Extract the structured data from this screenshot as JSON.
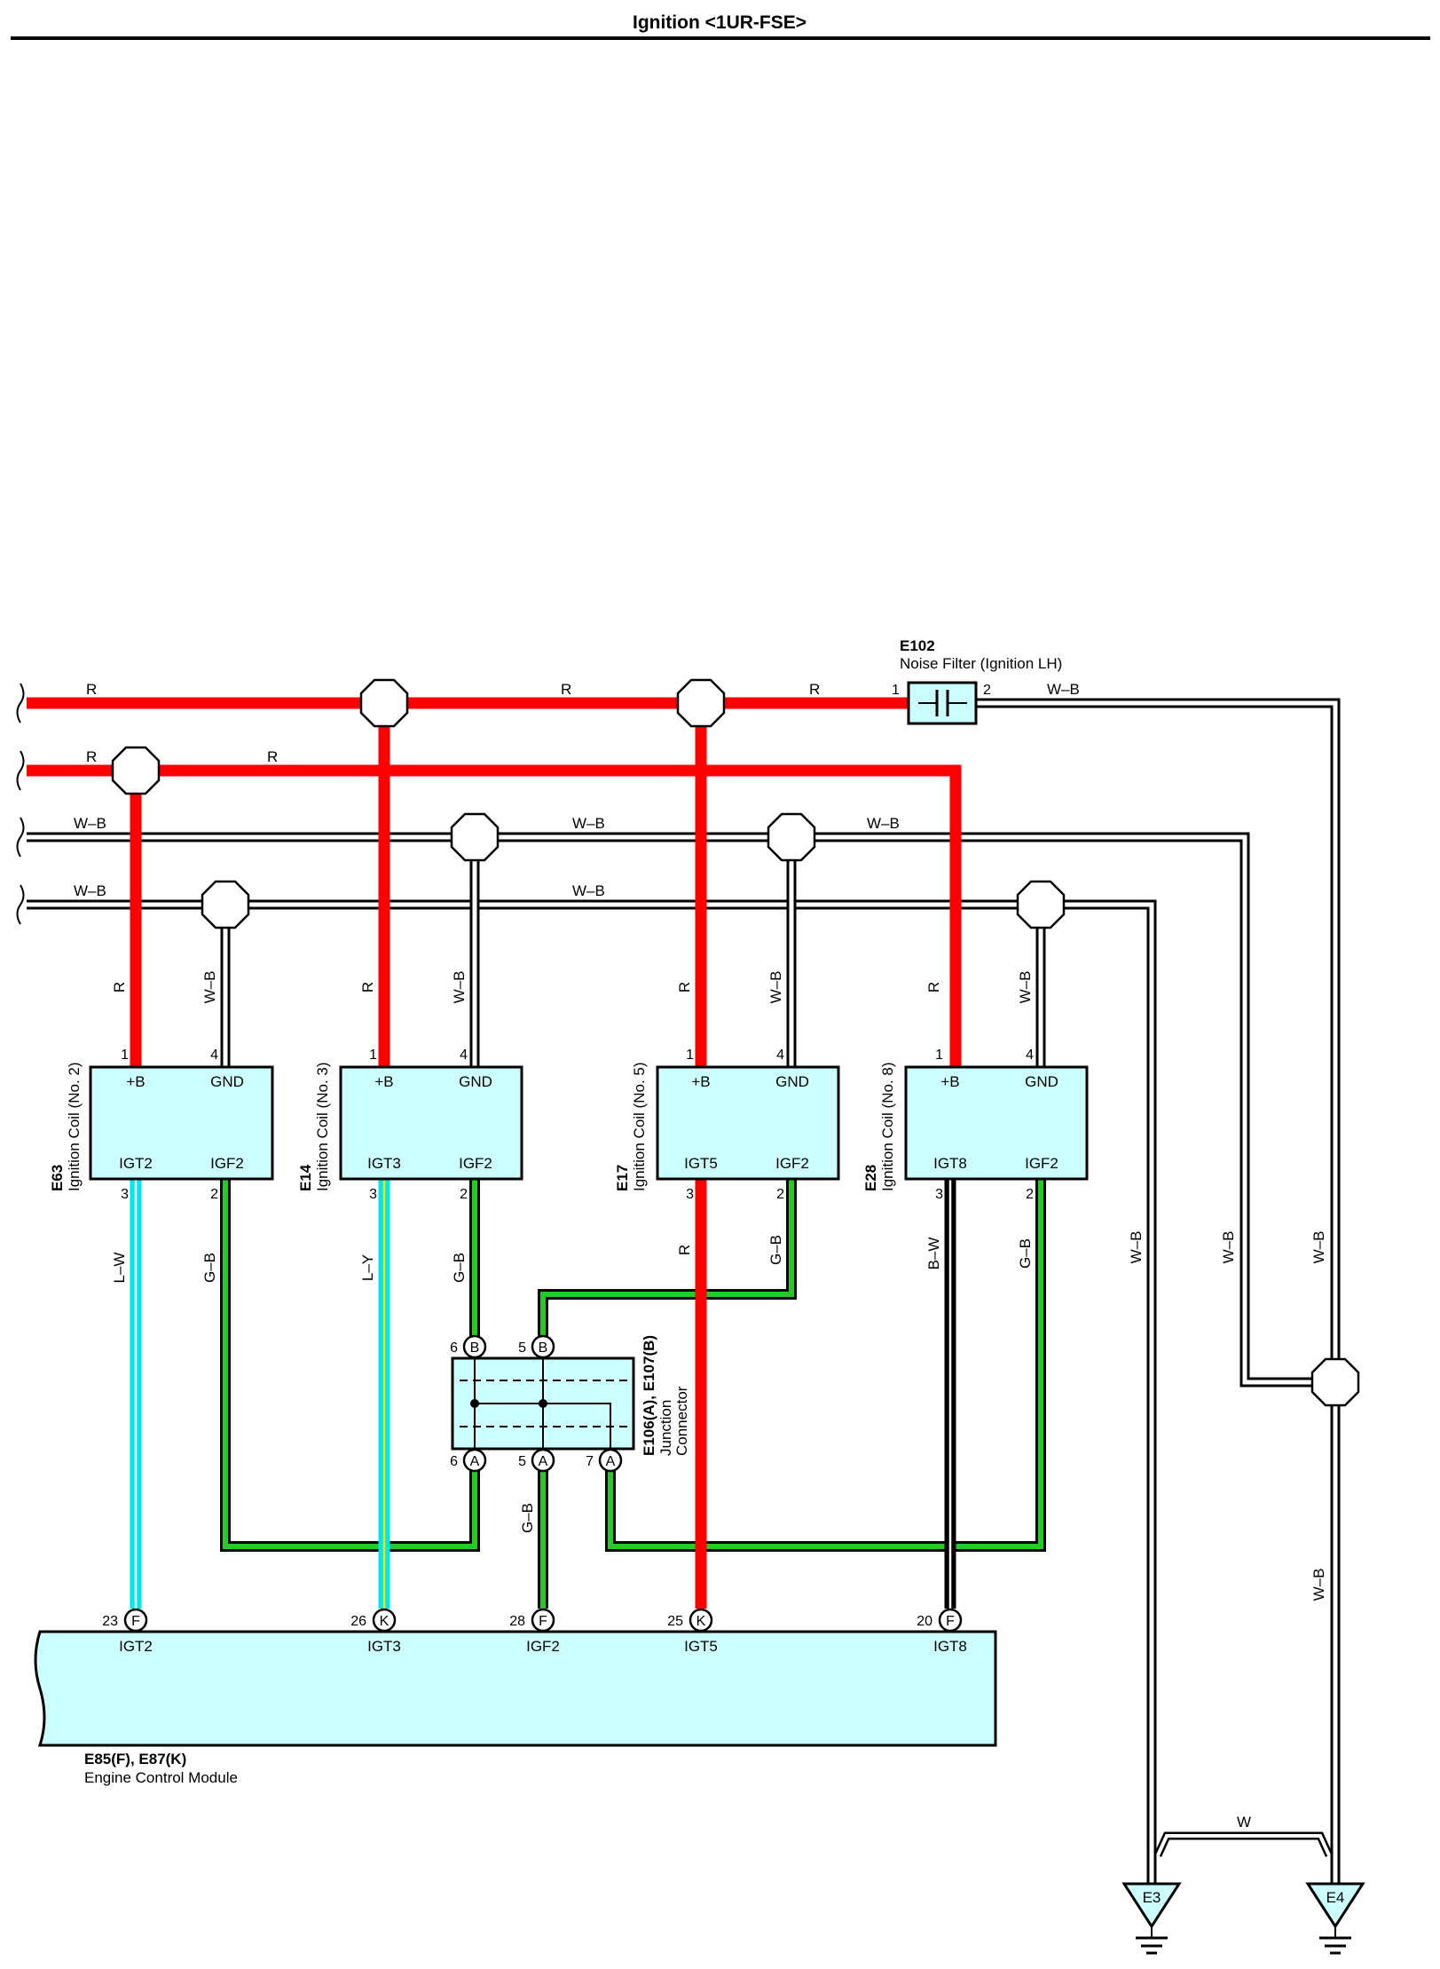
{
  "title": "Ignition <1UR-FSE>",
  "wire_colors": {
    "R": "#ff0000",
    "L-W": "#00e5ee",
    "L-Y": "#00e5ee",
    "G-B": "#22cc22",
    "B-W": "#000000",
    "W-B": "#ffffff",
    "W": "#ffffff",
    "component_fill": "#ccffff"
  },
  "bus_labels": {
    "r1_a": "R",
    "r1_b": "R",
    "r1_c": "R",
    "r2_a": "R",
    "r2_b": "R",
    "wb1_a": "W–B",
    "wb1_b": "W–B",
    "wb1_c": "W–B",
    "wb2_a": "W–B",
    "wb2_b": "W–B"
  },
  "noise_filter": {
    "code": "E102",
    "name": "Noise Filter (Ignition LH)",
    "pin_in": "1",
    "pin_out": "2",
    "out_wire": "W–B"
  },
  "coils": [
    {
      "code": "E63",
      "name": "Ignition Coil (No. 2)",
      "t_pb": "+B",
      "t_gnd": "GND",
      "t_igt": "IGT2",
      "t_igf": "IGF2",
      "p_pb": "1",
      "p_gnd": "4",
      "p_igt": "3",
      "p_igf": "2",
      "w_pb": "R",
      "w_gnd": "W–B",
      "w_igt": "L–W",
      "w_igf": "G–B"
    },
    {
      "code": "E14",
      "name": "Ignition Coil (No. 3)",
      "t_pb": "+B",
      "t_gnd": "GND",
      "t_igt": "IGT3",
      "t_igf": "IGF2",
      "p_pb": "1",
      "p_gnd": "4",
      "p_igt": "3",
      "p_igf": "2",
      "w_pb": "R",
      "w_gnd": "W–B",
      "w_igt": "L–Y",
      "w_igf": "G–B"
    },
    {
      "code": "E17",
      "name": "Ignition Coil (No. 5)",
      "t_pb": "+B",
      "t_gnd": "GND",
      "t_igt": "IGT5",
      "t_igf": "IGF2",
      "p_pb": "1",
      "p_gnd": "4",
      "p_igt": "3",
      "p_igf": "2",
      "w_pb": "R",
      "w_gnd": "W–B",
      "w_igt": "R",
      "w_igf": "G–B"
    },
    {
      "code": "E28",
      "name": "Ignition Coil (No. 8)",
      "t_pb": "+B",
      "t_gnd": "GND",
      "t_igt": "IGT8",
      "t_igf": "IGF2",
      "p_pb": "1",
      "p_gnd": "4",
      "p_igt": "3",
      "p_igf": "2",
      "w_pb": "R",
      "w_gnd": "W–B",
      "w_igt": "B–W",
      "w_igf": "G–B"
    }
  ],
  "junction": {
    "code": "E106(A), E107(B)",
    "name_line1": "Junction",
    "name_line2": "Connector",
    "pins": [
      {
        "num": "6",
        "conn": "B"
      },
      {
        "num": "5",
        "conn": "B"
      },
      {
        "num": "6",
        "conn": "A"
      },
      {
        "num": "5",
        "conn": "A"
      },
      {
        "num": "7",
        "conn": "A"
      }
    ]
  },
  "ecm": {
    "code": "E85(F), E87(K)",
    "name": "Engine Control Module",
    "pins": [
      {
        "num": "23",
        "conn": "F",
        "label": "IGT2"
      },
      {
        "num": "26",
        "conn": "K",
        "label": "IGT3"
      },
      {
        "num": "28",
        "conn": "F",
        "label": "IGF2"
      },
      {
        "num": "25",
        "conn": "K",
        "label": "IGT5"
      },
      {
        "num": "20",
        "conn": "F",
        "label": "IGT8"
      }
    ]
  },
  "ecm_igf_wire": "G–B",
  "ground_wires": {
    "wb_e3": "W–B",
    "wb_mid": "W–B",
    "wb_e4_upper": "W–B",
    "wb_e4_lower": "W–B",
    "w_link": "W"
  },
  "grounds": [
    "E3",
    "E4"
  ]
}
